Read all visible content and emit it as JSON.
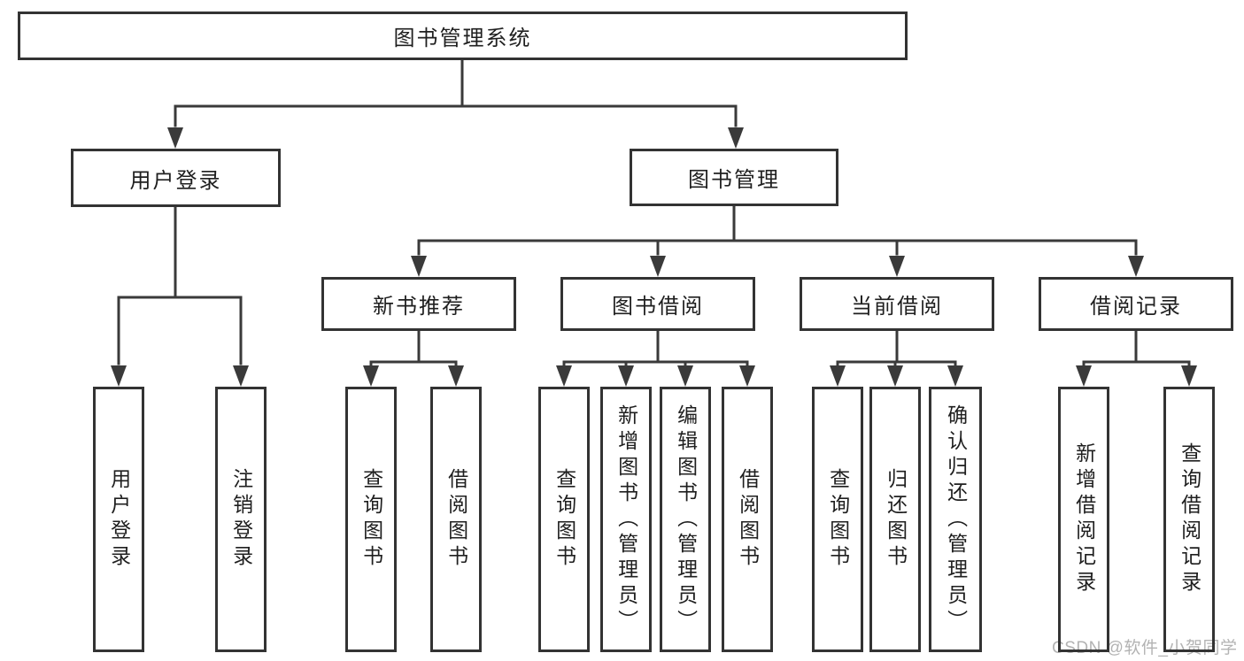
{
  "tree": {
    "root": {
      "label": "图书管理系统"
    },
    "level2": [
      {
        "label": "用户登录",
        "leaves": [
          "用户登录",
          "注销登录"
        ]
      },
      {
        "label": "图书管理",
        "sections": [
          {
            "label": "新书推荐",
            "leaves": [
              "查询图书",
              "借阅图书"
            ]
          },
          {
            "label": "图书借阅",
            "leaves": [
              "查询图书",
              "新增图书（管理员）",
              "编辑图书（管理员）",
              "借阅图书"
            ]
          },
          {
            "label": "当前借阅",
            "leaves": [
              "查询图书",
              "归还图书",
              "确认归还（管理员）"
            ]
          },
          {
            "label": "借阅记录",
            "leaves": [
              "新增借阅记录",
              "查询借阅记录"
            ]
          }
        ]
      }
    ]
  },
  "watermark": {
    "text": "CSDN @软件_小贺同学"
  },
  "colors": {
    "line": "#3a3a3a",
    "box_border": "#333333",
    "box_fill": "#ffffff",
    "text": "#1f1f1f",
    "watermark": "#b3b3b3",
    "background": "#ffffff"
  }
}
